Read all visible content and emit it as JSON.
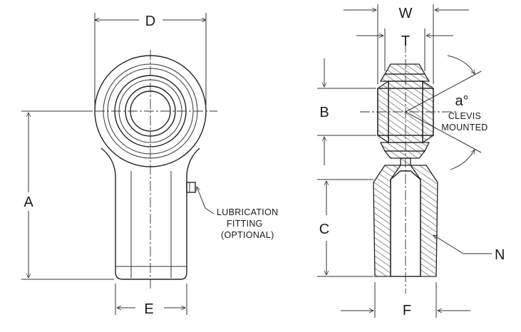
{
  "labels": {
    "D": "D",
    "A": "A",
    "E": "E",
    "W": "W",
    "T": "T",
    "B": "B",
    "C": "C",
    "F": "F",
    "N": "N",
    "angle": "a°"
  },
  "lubrication_note": [
    "LUBRICATION",
    "FITTING",
    "(OPTIONAL)"
  ],
  "clevis_note": [
    "CLEVIS",
    "MOUNTED"
  ]
}
